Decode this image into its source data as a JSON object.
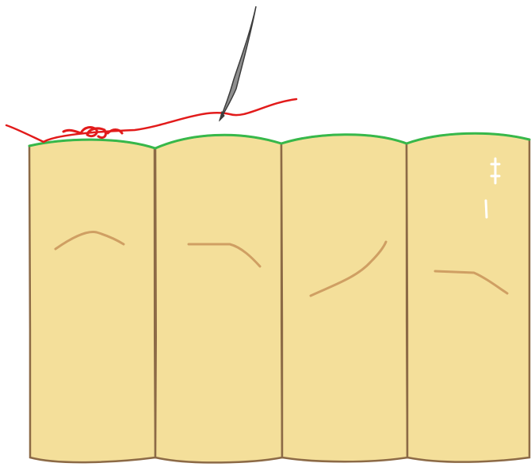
{
  "colors": {
    "background": "#ffffff",
    "cell_fill": "#f4df9a",
    "cell_outline": "#8c6a46",
    "cell_fold": "#cf9f63",
    "top_membrane": "#37b84a",
    "suture_thread": "#e21b1b",
    "needle_fill": "#8f8f8f",
    "needle_outline": "#3c3c3c",
    "cell_marks": "#ffffff"
  },
  "icons": {
    "needle": "surgical-needle-icon",
    "thread": "suture-thread-icon"
  },
  "cells": [
    {
      "name": "cell-1",
      "fold": "arch"
    },
    {
      "name": "cell-2",
      "fold": "hockey-stick"
    },
    {
      "name": "cell-3",
      "fold": "rising-curve"
    },
    {
      "name": "cell-4",
      "fold": "dipping-curve",
      "has_marks": true
    }
  ]
}
